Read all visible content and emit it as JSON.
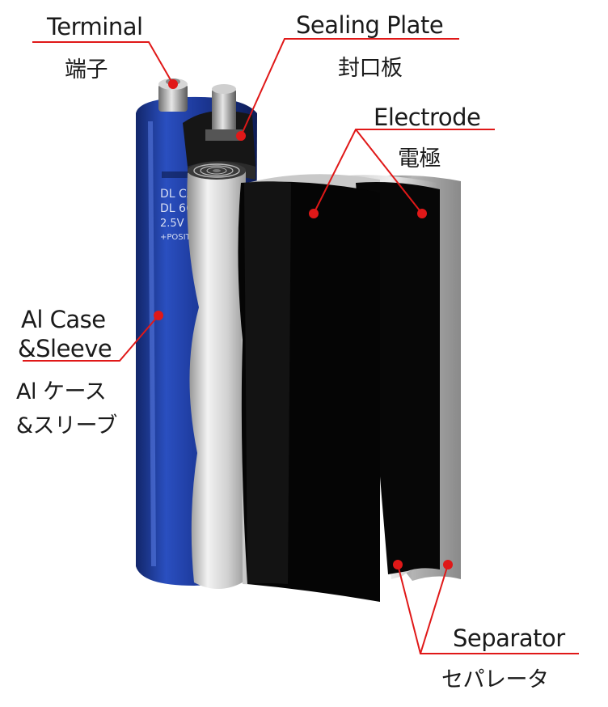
{
  "labels": {
    "terminal": {
      "en": "Terminal",
      "jp": "端子"
    },
    "sealing_plate": {
      "en": "Sealing Plate",
      "jp": "封口板"
    },
    "electrode": {
      "en": "Electrode",
      "jp": "電極"
    },
    "case": {
      "en_line1": "Al Case",
      "en_line2": "&Sleeve",
      "jp_line1": "Al ケース",
      "jp_line2": "&スリーブ"
    },
    "separator": {
      "en": "Separator",
      "jp": "セパレータ"
    }
  },
  "case_print": {
    "line1": "DL CA",
    "line2": "DL 60°",
    "line3": "2.5V 1500",
    "line4": "+POSITIVE"
  },
  "colors": {
    "leader_line": "#e01818",
    "leader_dot": "#e01818",
    "case_blue": "#1f3e9e",
    "electrode": "#0a0a0a",
    "separator": "#9a9a9a"
  }
}
